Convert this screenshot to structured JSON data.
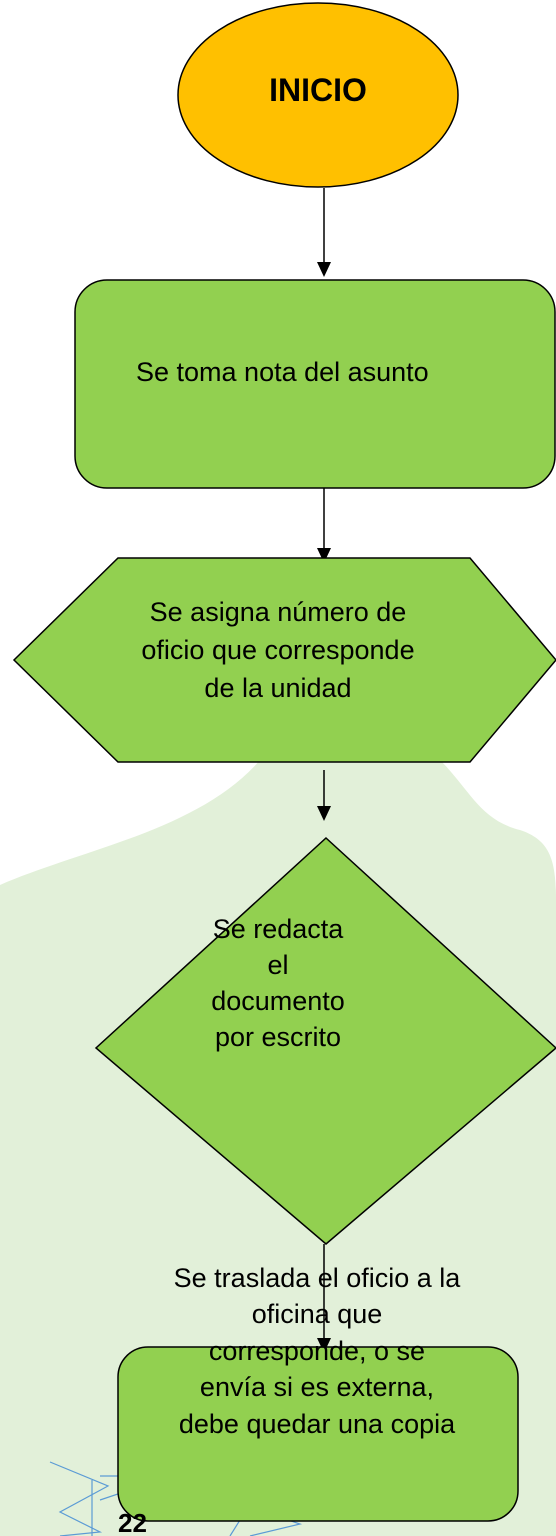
{
  "flowchart": {
    "start_label": "INICIO",
    "step1_label": "Se toma nota del asunto",
    "step2_label": "Se asigna número de\noficio que corresponde\nde la unidad",
    "step3_label": "Se redacta\nel\ndocumento\npor escrito",
    "step4_label": "Se traslada el oficio a la\noficina que\ncorresponde, o se\nenvía si es externa,\ndebe quedar una copia"
  },
  "page_number": "22",
  "colors": {
    "start_fill": "#FFC000",
    "process_fill": "#92D050",
    "background_shape": "#E2F0D9",
    "outline": "#000000",
    "decoration_outline": "#5B9BD5"
  }
}
